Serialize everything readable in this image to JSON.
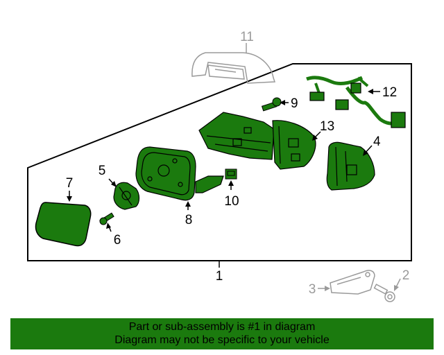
{
  "callouts": {
    "c1": "1",
    "c2": "2",
    "c3": "3",
    "c4": "4",
    "c5": "5",
    "c6": "6",
    "c7": "7",
    "c8": "8",
    "c9": "9",
    "c10": "10",
    "c11": "11",
    "c12": "12",
    "c13": "13"
  },
  "banner": {
    "line1": "Part or sub-assembly is #1 in diagram",
    "line2": "Diagram may not be specific to your vehicle"
  },
  "colors": {
    "part_fill": "#1b7a0e",
    "outline": "#000000",
    "grey_part": "#9a9a9a",
    "banner_bg": "#1b7a0e"
  }
}
